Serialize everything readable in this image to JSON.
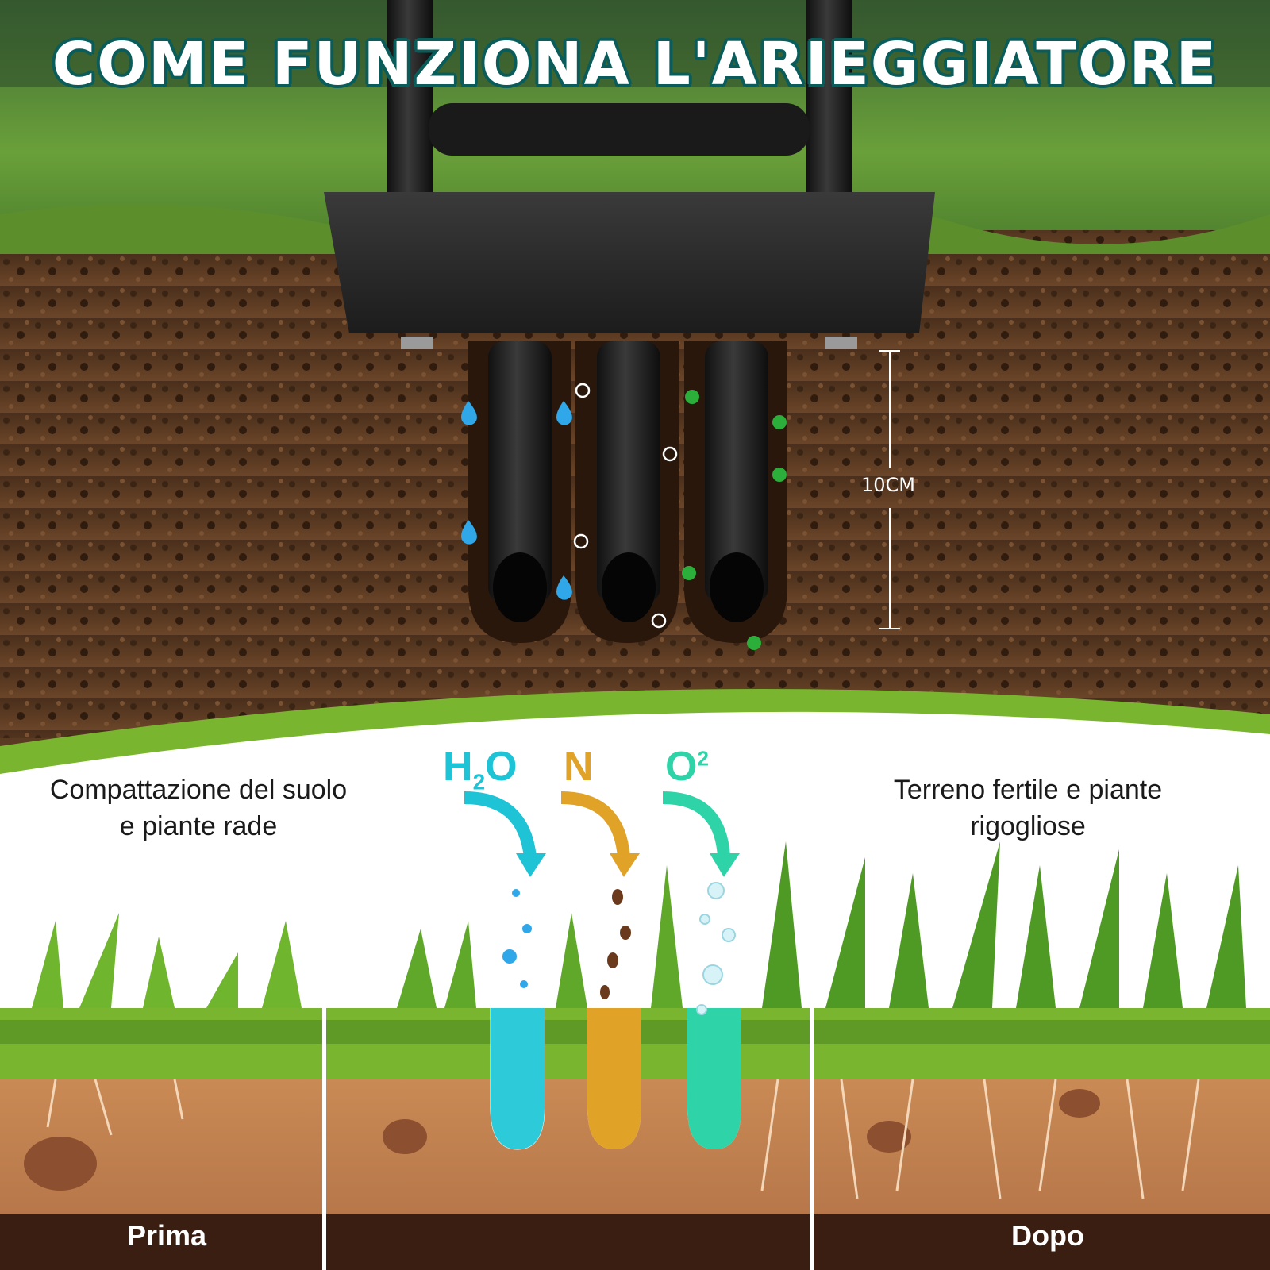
{
  "title": "COME FUNZIONA L'ARIEGGIATORE",
  "depth_label": "10CM",
  "caption_before": "Compattazione del suolo e piante rade",
  "caption_after": "Terreno fertile e piante rigogliose",
  "nutrients": {
    "water": {
      "main": "H",
      "sub": "2",
      "tail": "O"
    },
    "nitrogen": "N",
    "oxygen": {
      "main": "O",
      "sup": "2"
    }
  },
  "band_before": "Prima",
  "band_after": "Dopo",
  "colors": {
    "title_outline": "#0b5d5a",
    "water": "#1fc3d6",
    "nitrogen": "#e0a227",
    "oxygen": "#2fd3a8",
    "grass": "#7ab530",
    "soil": "#5a3a22"
  }
}
